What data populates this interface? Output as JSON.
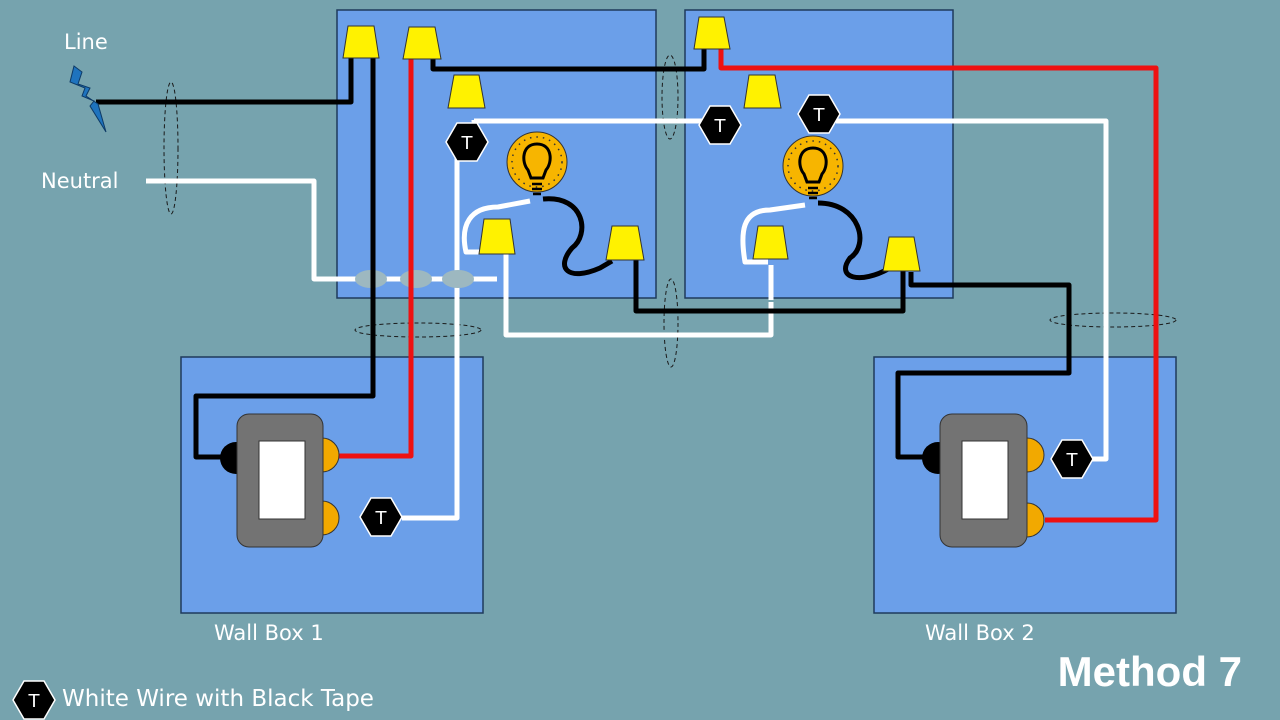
{
  "labels": {
    "line": "Line",
    "neutral": "Neutral",
    "wall_box_1": "Wall Box 1",
    "wall_box_2": "Wall Box 2",
    "title": "Method 7"
  },
  "legend": {
    "symbol": "T",
    "text": "White Wire with Black Tape"
  },
  "tape_marker_letter": "T",
  "colors": {
    "background": "#76A3AE",
    "box_fill": "#6B9FE9",
    "box_stroke": "#1F3A5C",
    "hot_wire": "#000000",
    "traveler_red": "#EE1111",
    "neutral_wire": "#FFFFFF",
    "wire_nut": "#FFF200",
    "terminal_brass": "#F2A900",
    "switch_body": "#737373",
    "bulb": "#F7B500",
    "lightning": "#1E73BE"
  }
}
